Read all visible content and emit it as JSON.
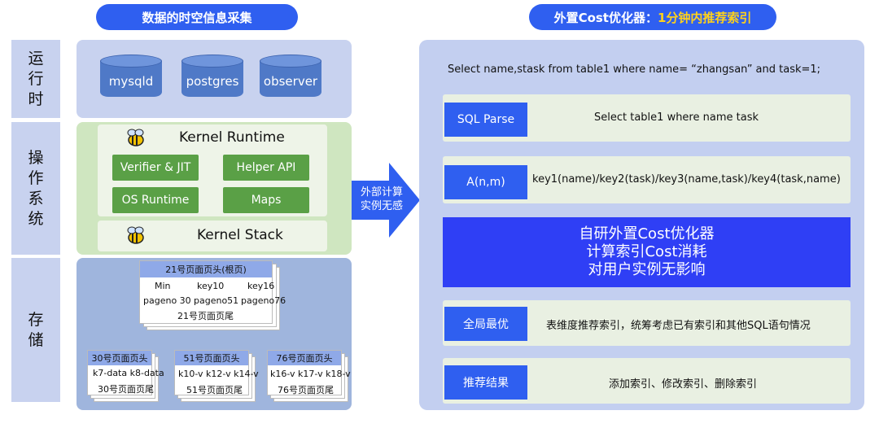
{
  "left": {
    "title": "数据的时空信息采集",
    "layers": {
      "runtime": "运行时",
      "os": "操作系统",
      "storage": "存储"
    },
    "databases": [
      "mysqld",
      "postgres",
      "observer"
    ],
    "kernel_runtime": {
      "title": "Kernel Runtime",
      "buttons": [
        "Verifier & JIT",
        "Helper API",
        "OS Runtime",
        "Maps"
      ]
    },
    "kernel_stack": "Kernel Stack",
    "root_page": {
      "header": "21号页面页头(根页)",
      "row1": [
        "Min",
        "key10",
        "key16"
      ],
      "row2": [
        "pageno 30",
        "pageno51",
        "pageno76"
      ],
      "footer": "21号页面页尾"
    },
    "leaf_pages": [
      {
        "header": "30号页面页头",
        "data": "k7-data  k8-data",
        "footer": "30号页面页尾"
      },
      {
        "header": "51号页面页头",
        "data": "k10-v  k12-v k14-v",
        "footer": "51号页面页尾"
      },
      {
        "header": "76号页面页头",
        "data": "k16-v  k17-v k18-v",
        "footer": "76号页面页尾"
      }
    ]
  },
  "arrow": {
    "line1": "外部计算",
    "line2": "实例无感"
  },
  "right": {
    "title_prefix": "外置Cost优化器：",
    "title_highlight": "1分钟内推荐索引",
    "query": "Select name,stask from table1 where name= “zhangsan” and task=1;",
    "steps": [
      {
        "tag": "SQL Parse",
        "text": "Select table1 where name task"
      },
      {
        "tag": "A(n,m)",
        "text": "key1(name)/key2(task)/key3(name,task)/key4(task,name)"
      }
    ],
    "optimizer": [
      "自研外置Cost优化器",
      "计算索引Cost消耗",
      "对用户实例无影响"
    ],
    "steps2": [
      {
        "tag": "全局最优",
        "text": "表维度推荐索引，统筹考虑已有索引和其他SQL语句情况"
      },
      {
        "tag": "推荐结果",
        "text": "添加索引、修改索引、删除索引"
      }
    ]
  }
}
